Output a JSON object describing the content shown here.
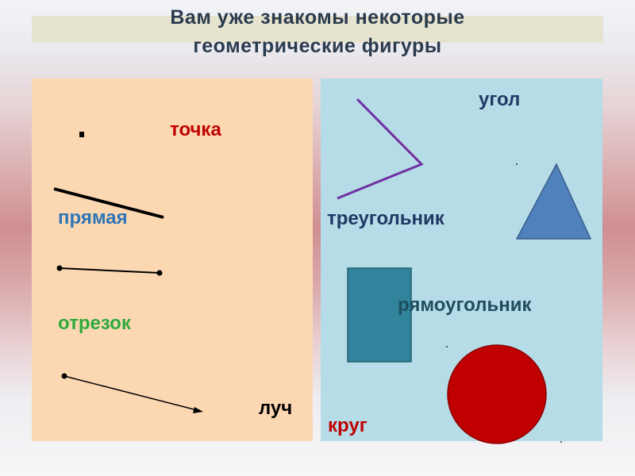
{
  "title": {
    "line1": "Вам уже знакомы некоторые",
    "line2": "геометрические фигуры"
  },
  "left_panel": {
    "labels": {
      "point": "точка",
      "line": "прямая",
      "segment": "отрезок",
      "ray": "луч"
    }
  },
  "right_panel": {
    "labels": {
      "angle": "угол",
      "triangle": "треугольник",
      "rectangle": "рямоугольник",
      "circle": "круг"
    }
  },
  "colors": {
    "point_label": "#c00000",
    "line_label": "#2e75b6",
    "segment_label": "#2eaa3c",
    "ray_label": "#000000",
    "angle_label": "#1f3864",
    "triangle_label": "#1f3864",
    "rectangle_label": "#1f4e5f",
    "circle_label": "#c00000",
    "angle_stroke": "#7030a0",
    "triangle_fill": "#4f81bd",
    "rectangle_fill": "#31849b",
    "circle_fill": "#c00000"
  }
}
